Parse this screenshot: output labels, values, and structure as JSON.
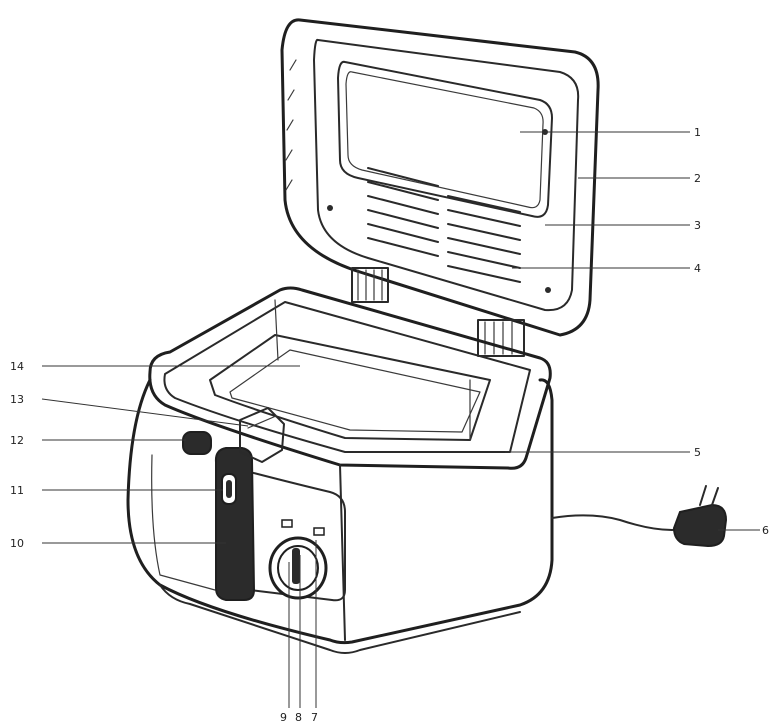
{
  "callouts": {
    "c1": "1",
    "c2": "2",
    "c3": "3",
    "c4": "4",
    "c5": "5",
    "c6": "6",
    "c7": "7",
    "c8": "8",
    "c9": "9",
    "c10": "10",
    "c11": "11",
    "c12": "12",
    "c13": "13",
    "c14": "14"
  },
  "colors": {
    "outline": "#1f1f1f",
    "background": "#ffffff",
    "dark_part": "#2b2b2b"
  }
}
